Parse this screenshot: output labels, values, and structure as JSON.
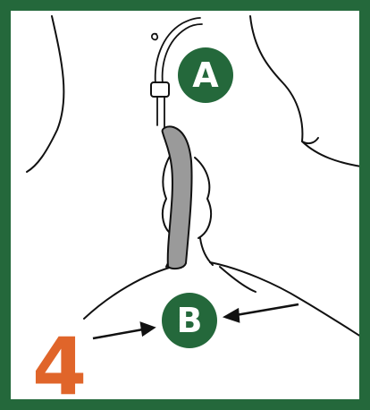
{
  "colors": {
    "frame": "#24683b",
    "badge": "#24683b",
    "step_number": "#e0652a",
    "tube": "#9a9a9a",
    "line": "#111111"
  },
  "labels": {
    "a": "A",
    "b": "B",
    "step": "4"
  }
}
